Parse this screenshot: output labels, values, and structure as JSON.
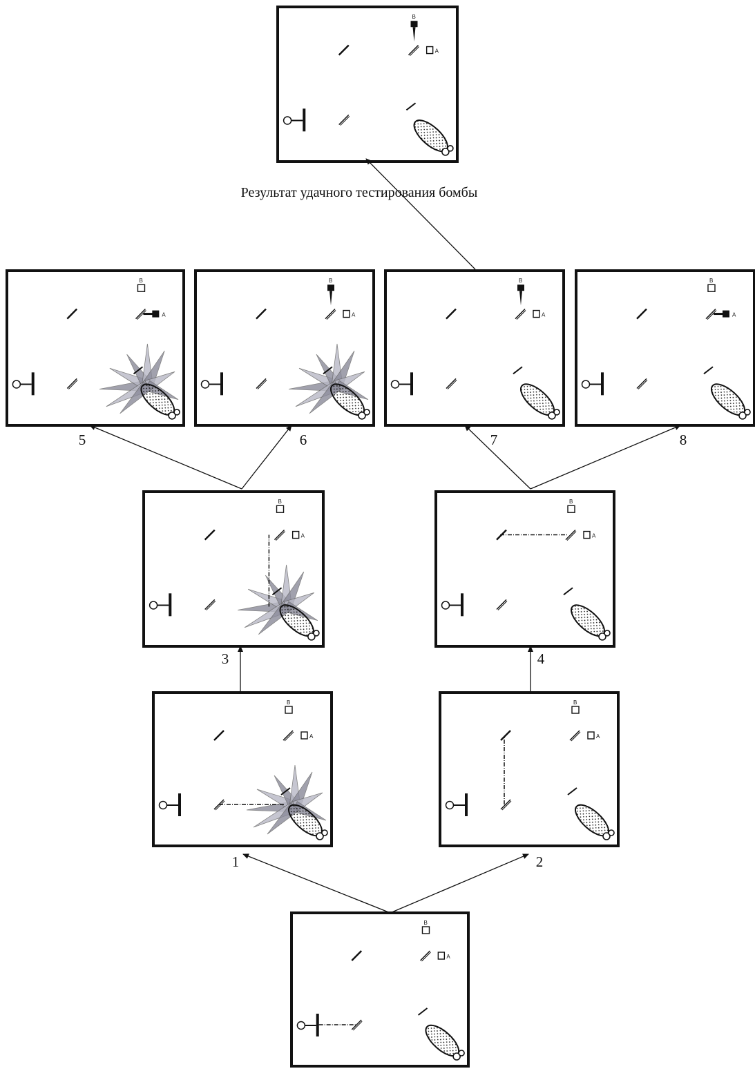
{
  "caption": "Результат удачного тестирования бомбы",
  "detector_labels": {
    "a": "A",
    "b": "B"
  },
  "step_labels": [
    "1",
    "2",
    "3",
    "4",
    "5",
    "6",
    "7",
    "8"
  ],
  "colors": {
    "ink": "#111111",
    "flame": "#8a8a99",
    "bomb_fill": "#ffffff"
  },
  "icons": [
    "light-bulb-icon",
    "beam-splitter-icon",
    "mirror-icon",
    "bomb-icon",
    "explosion-icon",
    "detector-icon"
  ]
}
